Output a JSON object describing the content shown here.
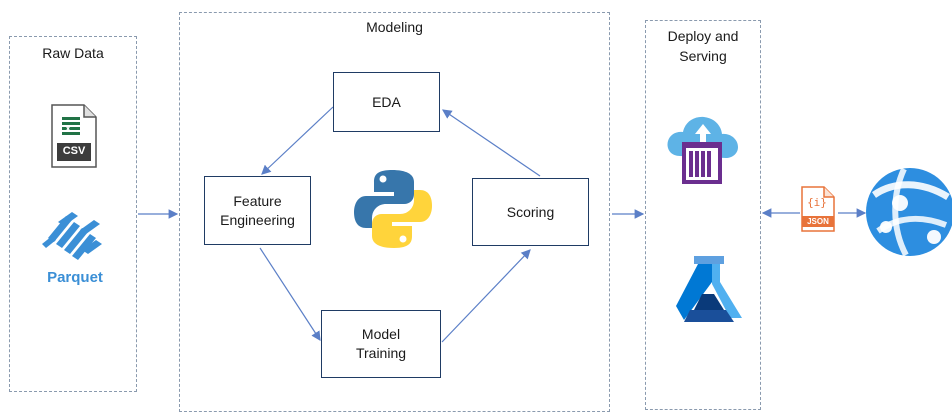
{
  "panels": {
    "raw_data": {
      "title": "Raw Data"
    },
    "modeling": {
      "title": "Modeling"
    },
    "deploy": {
      "title_line1": "Deploy and",
      "title_line2": "Serving"
    }
  },
  "raw_files": {
    "csv_label": "CSV",
    "parquet_label": "Parquet"
  },
  "steps": {
    "eda": "EDA",
    "feature_line1": "Feature",
    "feature_line2": "Engineering",
    "scoring": "Scoring",
    "training_line1": "Model",
    "training_line2": "Training"
  },
  "json_file": {
    "symbol": "{i}",
    "label": "JSON"
  },
  "colors": {
    "arrow": "#5b7fc7",
    "box_border": "#1f3b64",
    "panel_border": "#8a9aae",
    "csv_green": "#217346",
    "parquet_blue": "#3b8fd6",
    "python_blue": "#3776ab",
    "python_yellow": "#ffd43b",
    "cloud_blue": "#5eb3e6",
    "container_purple": "#6b2e8f",
    "azure_ml_blue": "#0078d4",
    "json_orange": "#e8733a",
    "web_app_blue": "#2d8ee0"
  },
  "icons": [
    "csv-file-icon",
    "parquet-icon",
    "python-logo-icon",
    "container-registry-icon",
    "azure-ml-icon",
    "json-file-icon",
    "web-app-icon"
  ]
}
